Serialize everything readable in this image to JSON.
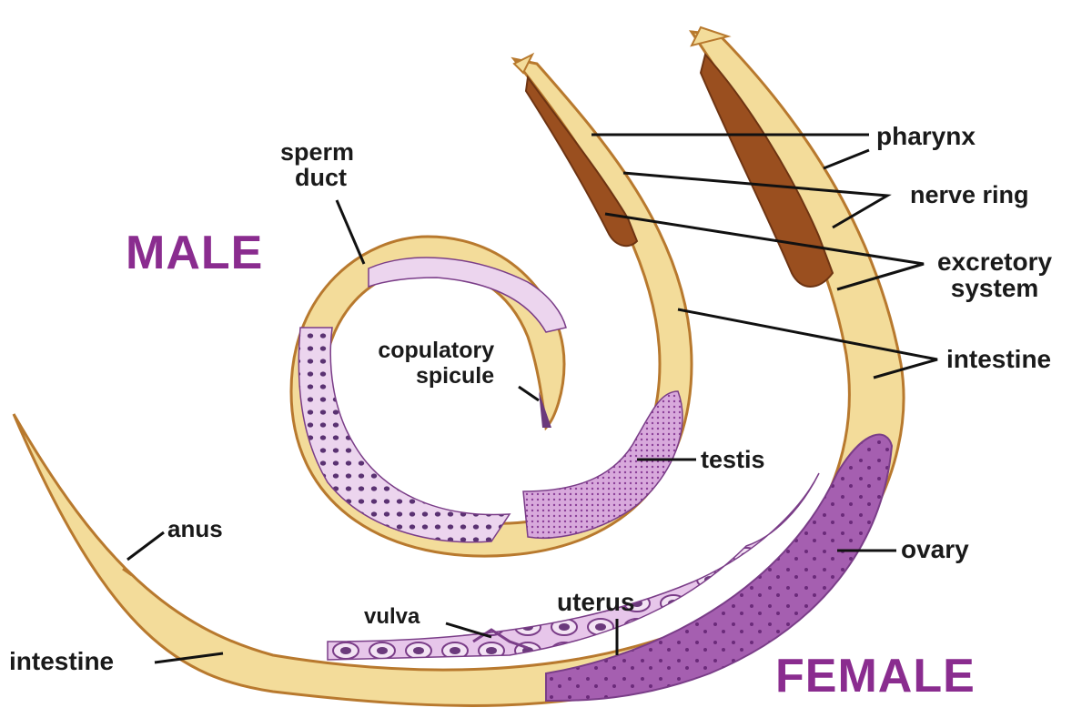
{
  "titles": {
    "male": "MALE",
    "female": "FEMALE"
  },
  "labels": {
    "sperm_duct_line1": "sperm",
    "sperm_duct_line2": "duct",
    "copulatory_line1": "copulatory",
    "copulatory_line2": "spicule",
    "testis": "testis",
    "pharynx": "pharynx",
    "nerve_ring": "nerve ring",
    "excretory_line1": "excretory",
    "excretory_line2": "system",
    "intestine_right": "intestine",
    "ovary": "ovary",
    "uterus": "uterus",
    "vulva": "vulva",
    "anus": "anus",
    "intestine_left": "intestine"
  },
  "colors": {
    "male_title": "#8a2c8f",
    "female_title": "#8a2c8f",
    "body_fill": "#f3dc9a",
    "body_outline": "#b8792e",
    "pharynx": "#9a4f1f",
    "gonad_light": "#e6cbe8",
    "gonad_dark": "#a55fb0",
    "cells": "#4a2860",
    "leader_line": "#111111"
  }
}
